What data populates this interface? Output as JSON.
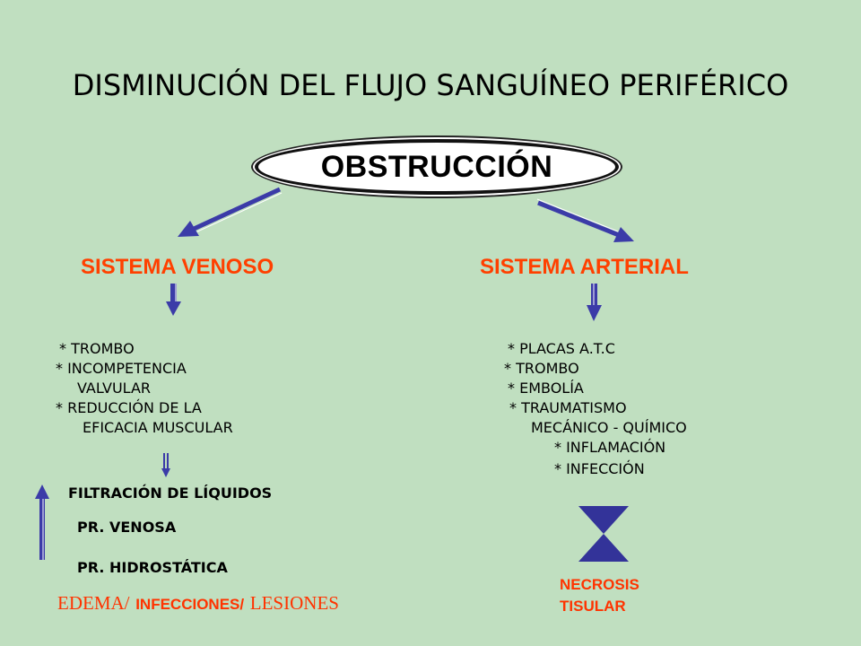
{
  "title": "DISMINUCIÓN DEL FLUJO SANGUÍNEO PERIFÉRICO",
  "center": "OBSTRUCCIÓN",
  "venoso": {
    "label": "SISTEMA VENOSO",
    "items": [
      "*  TROMBO",
      "*   INCOMPETENCIA",
      "VALVULAR",
      "*   REDUCCIÓN DE LA",
      "EFICACIA MUSCULAR"
    ],
    "effects": {
      "filtracion": "FILTRACIÓN DE LÍQUIDOS",
      "pr_venosa": "PR. VENOSA",
      "pr_hidrostatica": "PR. HIDROSTÁTICA"
    },
    "outcome": {
      "edema": "EDEMA/",
      "infecciones": "INFECCIONES/",
      "lesiones": "LESIONES"
    }
  },
  "arterial": {
    "label": "SISTEMA ARTERIAL",
    "items": [
      "* PLACAS A.T.C",
      "* TROMBO",
      "* EMBOLÍA",
      "* TRAUMATISMO",
      "MECÁNICO - QUÍMICO",
      "* INFLAMACIÓN",
      "* INFECCIÓN"
    ],
    "outcome": [
      "NECROSIS",
      "TISULAR"
    ]
  },
  "colors": {
    "background": "#c0dfc0",
    "accent": "#ff4000",
    "arrow": "#3b3ba8"
  }
}
